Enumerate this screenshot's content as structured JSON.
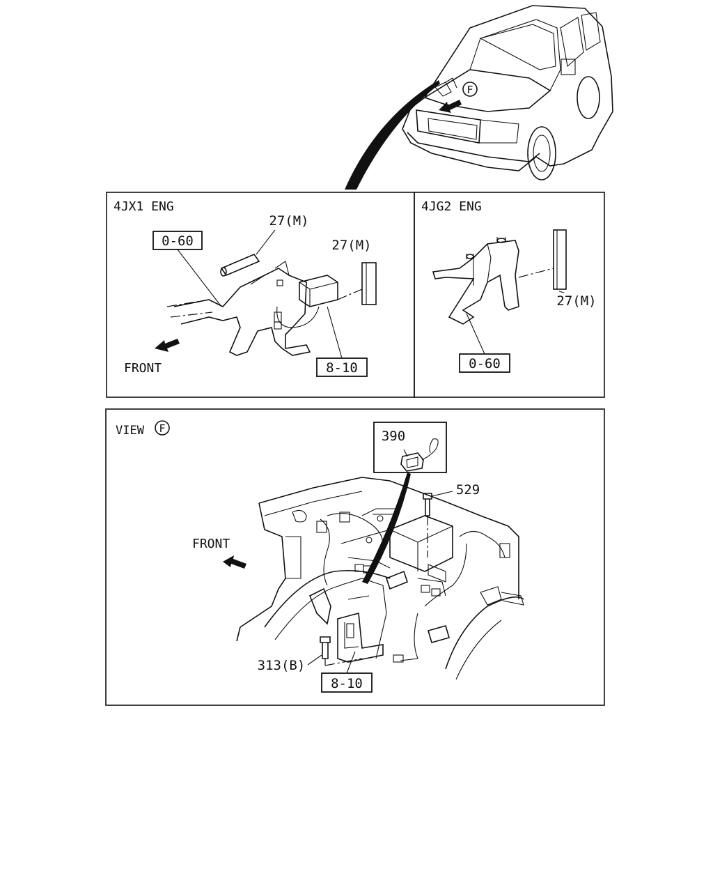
{
  "panels": {
    "engine_4jx1": {
      "title": "4JX1 ENG",
      "front_label": "FRONT",
      "labels": {
        "bracket_ref": "0-60",
        "tube_a": "27(M)",
        "tube_b": "27(M)",
        "relay_ref": "8-10"
      }
    },
    "engine_4jg2": {
      "title": "4JG2 ENG",
      "labels": {
        "tube": "27(M)",
        "bracket_ref": "0-60"
      }
    },
    "view_f": {
      "title": "VIEW",
      "view_letter": "F",
      "front_label": "FRONT",
      "labels": {
        "connector": "390",
        "bolt_top": "529",
        "bolt_bottom": "313(B)",
        "relay_ref": "8-10"
      }
    }
  },
  "vehicle": {
    "view_marker": "F"
  },
  "icons": [
    "front-arrow-icon",
    "view-marker-icon"
  ]
}
